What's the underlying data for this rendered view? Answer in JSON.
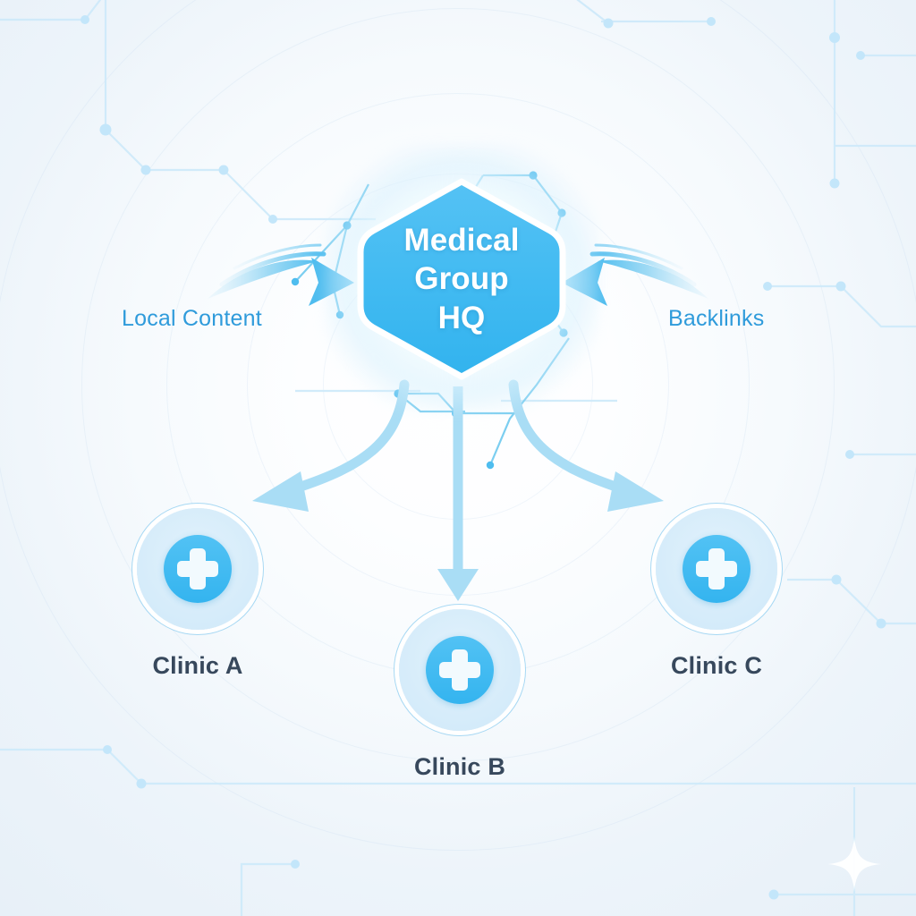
{
  "diagram": {
    "title": "Medical Group HQ hub and spoke clinic network",
    "background_color": "#eef5fb",
    "accent_color": "#3cb8f0",
    "label_color": "#2f9bdb",
    "node_label_color": "#37485c"
  },
  "hub": {
    "name": "hub-node",
    "line1": "Medical",
    "line2": "Group",
    "line3": "HQ",
    "shape": "hexagon",
    "fill_top": "#4bbcf2",
    "fill_bottom": "#35b6ef",
    "text_color": "#ffffff"
  },
  "inbound": [
    {
      "id": "local-content",
      "label": "Local Content",
      "direction": "right",
      "arrow_color": "#6ecbf2"
    },
    {
      "id": "backlinks",
      "label": "Backlinks",
      "direction": "left",
      "arrow_color": "#6ecbf2"
    }
  ],
  "clinics": [
    {
      "id": "clinic-a",
      "label": "Clinic A",
      "icon": "medical-cross-icon",
      "core_color": "#3cb8f0",
      "cross_color": "#f2fafe"
    },
    {
      "id": "clinic-b",
      "label": "Clinic B",
      "icon": "medical-cross-icon",
      "core_color": "#3cb8f0",
      "cross_color": "#f2fafe"
    },
    {
      "id": "clinic-c",
      "label": "Clinic C",
      "icon": "medical-cross-icon",
      "core_color": "#3cb8f0",
      "cross_color": "#f2fafe"
    }
  ],
  "connectors": [
    {
      "id": "hub-to-clinic-a",
      "from": "hub",
      "to": "clinic-a",
      "style": "curved-arrow",
      "color": "#a9ddf5"
    },
    {
      "id": "hub-to-clinic-b",
      "from": "hub",
      "to": "clinic-b",
      "style": "straight-arrow",
      "color": "#a9ddf5"
    },
    {
      "id": "hub-to-clinic-c",
      "from": "hub",
      "to": "clinic-c",
      "style": "curved-arrow",
      "color": "#a9ddf5"
    }
  ],
  "decorations": {
    "circuit_line_color": "#cfeafa",
    "circuit_node_color": "#c3e6fa",
    "hub_trace_color": "#6ec9ef",
    "sparkle": "four-point-star"
  }
}
